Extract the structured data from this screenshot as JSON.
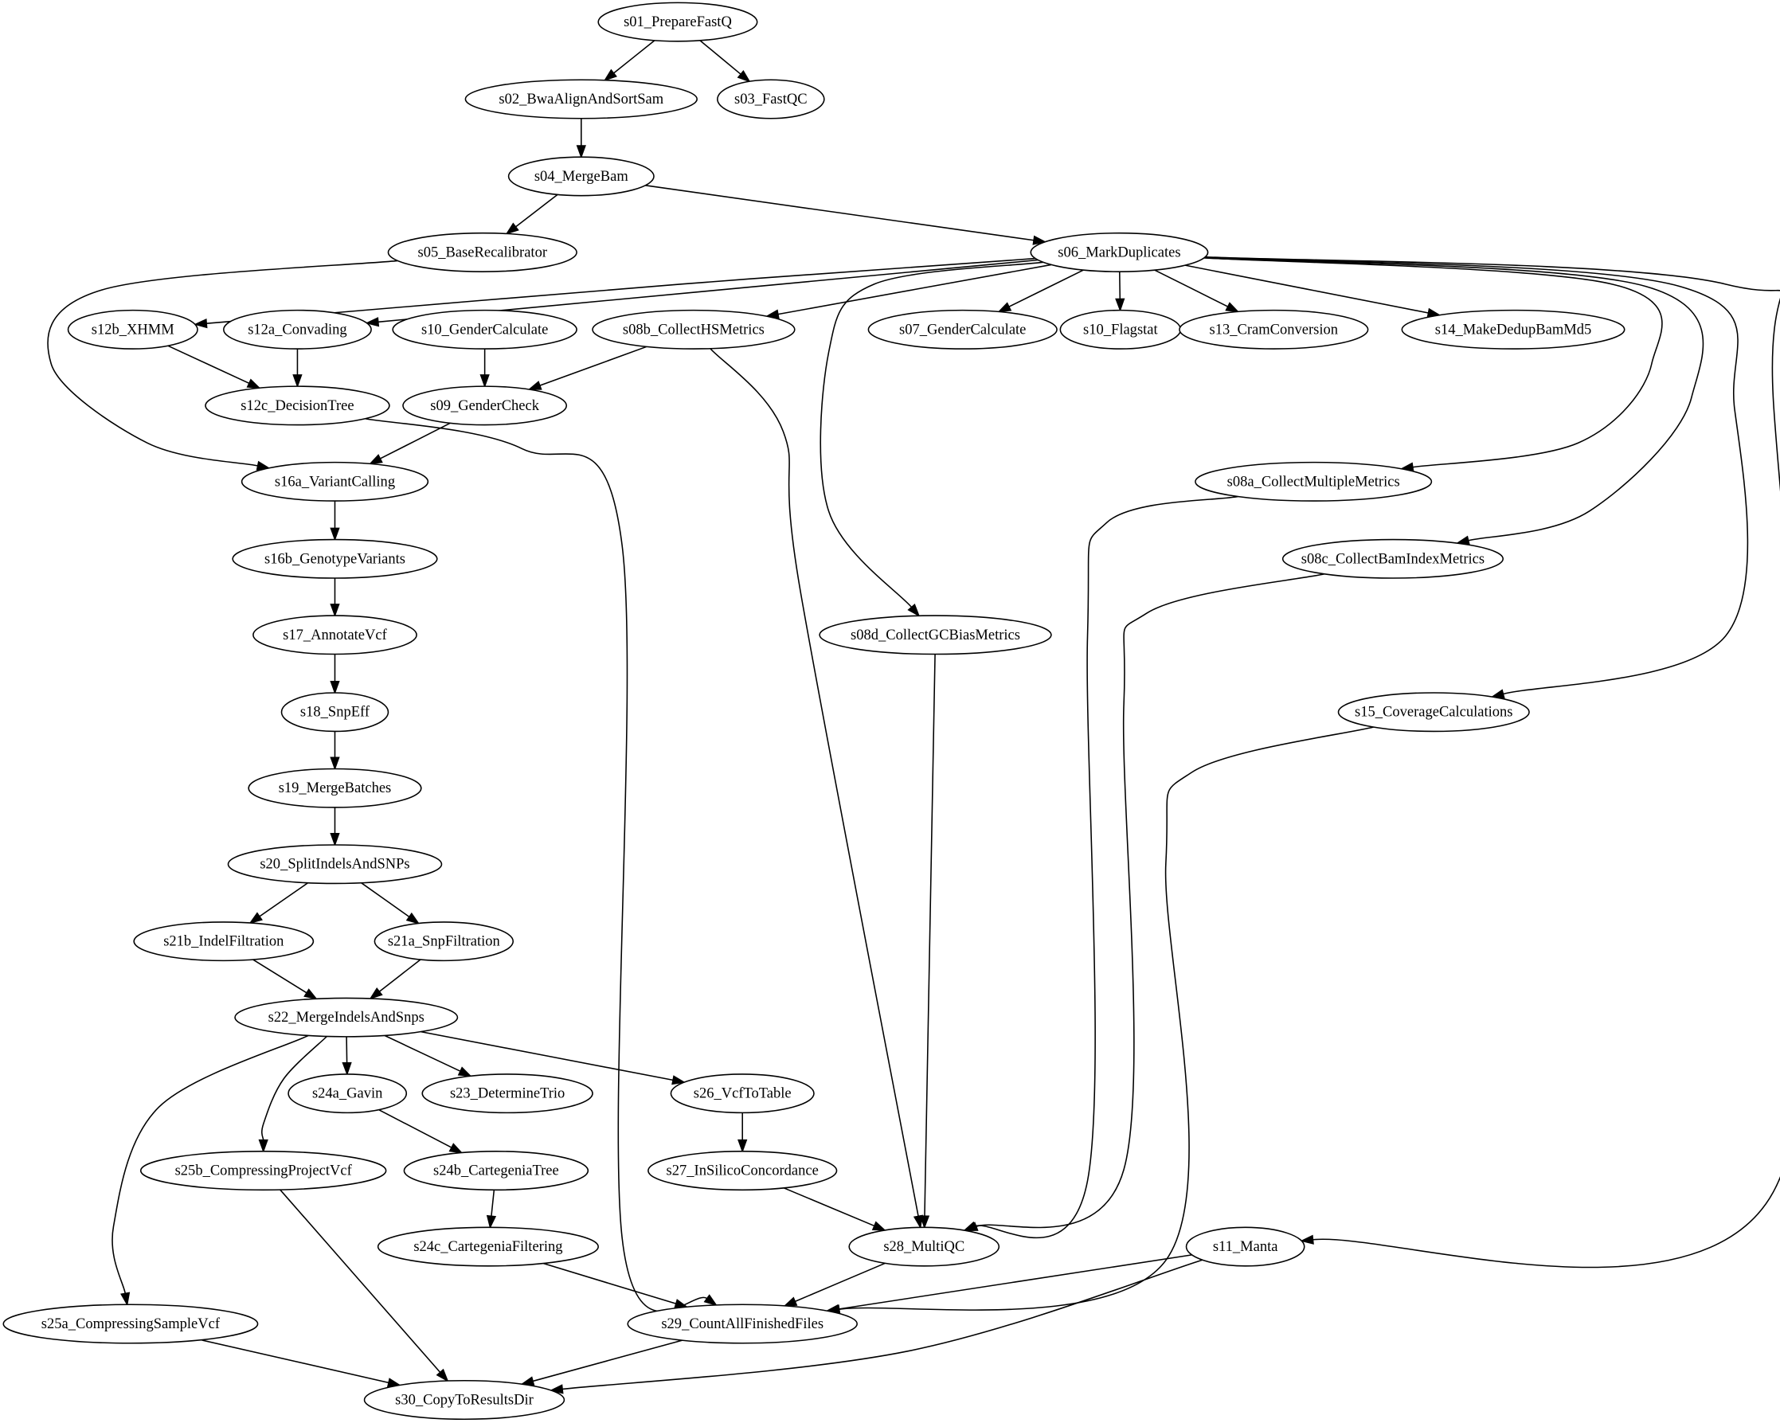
{
  "graph": {
    "nodes": [
      {
        "id": "s01",
        "label": "s01_PrepareFastQ"
      },
      {
        "id": "s02",
        "label": "s02_BwaAlignAndSortSam"
      },
      {
        "id": "s03",
        "label": "s03_FastQC"
      },
      {
        "id": "s04",
        "label": "s04_MergeBam"
      },
      {
        "id": "s05",
        "label": "s05_BaseRecalibrator"
      },
      {
        "id": "s06",
        "label": "s06_MarkDuplicates"
      },
      {
        "id": "s12b",
        "label": "s12b_XHMM"
      },
      {
        "id": "s12a",
        "label": "s12a_Convading"
      },
      {
        "id": "s10g",
        "label": "s10_GenderCalculate"
      },
      {
        "id": "s08b",
        "label": "s08b_CollectHSMetrics"
      },
      {
        "id": "s07",
        "label": "s07_GenderCalculate"
      },
      {
        "id": "s10f",
        "label": "s10_Flagstat"
      },
      {
        "id": "s13",
        "label": "s13_CramConversion"
      },
      {
        "id": "s14",
        "label": "s14_MakeDedupBamMd5"
      },
      {
        "id": "s12c",
        "label": "s12c_DecisionTree"
      },
      {
        "id": "s09",
        "label": "s09_GenderCheck"
      },
      {
        "id": "s16a",
        "label": "s16a_VariantCalling"
      },
      {
        "id": "s08a",
        "label": "s08a_CollectMultipleMetrics"
      },
      {
        "id": "s16b",
        "label": "s16b_GenotypeVariants"
      },
      {
        "id": "s08c",
        "label": "s08c_CollectBamIndexMetrics"
      },
      {
        "id": "s17",
        "label": "s17_AnnotateVcf"
      },
      {
        "id": "s08d",
        "label": "s08d_CollectGCBiasMetrics"
      },
      {
        "id": "s18",
        "label": "s18_SnpEff"
      },
      {
        "id": "s15",
        "label": "s15_CoverageCalculations"
      },
      {
        "id": "s19",
        "label": "s19_MergeBatches"
      },
      {
        "id": "s20",
        "label": "s20_SplitIndelsAndSNPs"
      },
      {
        "id": "s21b",
        "label": "s21b_IndelFiltration"
      },
      {
        "id": "s21a",
        "label": "s21a_SnpFiltration"
      },
      {
        "id": "s22",
        "label": "s22_MergeIndelsAndSnps"
      },
      {
        "id": "s24a",
        "label": "s24a_Gavin"
      },
      {
        "id": "s23",
        "label": "s23_DetermineTrio"
      },
      {
        "id": "s26",
        "label": "s26_VcfToTable"
      },
      {
        "id": "s25b",
        "label": "s25b_CompressingProjectVcf"
      },
      {
        "id": "s24b",
        "label": "s24b_CartegeniaTree"
      },
      {
        "id": "s27",
        "label": "s27_InSilicoConcordance"
      },
      {
        "id": "s24c",
        "label": "s24c_CartegeniaFiltering"
      },
      {
        "id": "s28",
        "label": "s28_MultiQC"
      },
      {
        "id": "s11",
        "label": "s11_Manta"
      },
      {
        "id": "s25a",
        "label": "s25a_CompressingSampleVcf"
      },
      {
        "id": "s29",
        "label": "s29_CountAllFinishedFiles"
      },
      {
        "id": "s30",
        "label": "s30_CopyToResultsDir"
      }
    ],
    "edges": [
      [
        "s01",
        "s02"
      ],
      [
        "s01",
        "s03"
      ],
      [
        "s02",
        "s04"
      ],
      [
        "s04",
        "s05"
      ],
      [
        "s04",
        "s06"
      ],
      [
        "s05",
        "s16a"
      ],
      [
        "s06",
        "s12b"
      ],
      [
        "s06",
        "s12a"
      ],
      [
        "s06",
        "s08b"
      ],
      [
        "s06",
        "s07"
      ],
      [
        "s06",
        "s10f"
      ],
      [
        "s06",
        "s13"
      ],
      [
        "s06",
        "s14"
      ],
      [
        "s06",
        "s08a"
      ],
      [
        "s06",
        "s08c"
      ],
      [
        "s06",
        "s08d"
      ],
      [
        "s06",
        "s15"
      ],
      [
        "s06",
        "s11"
      ],
      [
        "s12b",
        "s12c"
      ],
      [
        "s12a",
        "s12c"
      ],
      [
        "s10g",
        "s09"
      ],
      [
        "s08b",
        "s09"
      ],
      [
        "s08b",
        "s28"
      ],
      [
        "s12c",
        "s29"
      ],
      [
        "s09",
        "s16a"
      ],
      [
        "s16a",
        "s16b"
      ],
      [
        "s16b",
        "s17"
      ],
      [
        "s17",
        "s18"
      ],
      [
        "s18",
        "s19"
      ],
      [
        "s19",
        "s20"
      ],
      [
        "s20",
        "s21b"
      ],
      [
        "s20",
        "s21a"
      ],
      [
        "s21b",
        "s22"
      ],
      [
        "s21a",
        "s22"
      ],
      [
        "s22",
        "s24a"
      ],
      [
        "s22",
        "s23"
      ],
      [
        "s22",
        "s26"
      ],
      [
        "s22",
        "s25b"
      ],
      [
        "s22",
        "s25a"
      ],
      [
        "s24a",
        "s24b"
      ],
      [
        "s24b",
        "s24c"
      ],
      [
        "s26",
        "s27"
      ],
      [
        "s27",
        "s28"
      ],
      [
        "s08a",
        "s28"
      ],
      [
        "s08c",
        "s28"
      ],
      [
        "s08d",
        "s28"
      ],
      [
        "s15",
        "s29"
      ],
      [
        "s28",
        "s29"
      ],
      [
        "s24c",
        "s29"
      ],
      [
        "s11",
        "s29"
      ],
      [
        "s11",
        "s30"
      ],
      [
        "s25b",
        "s30"
      ],
      [
        "s25a",
        "s30"
      ],
      [
        "s29",
        "s30"
      ]
    ]
  }
}
